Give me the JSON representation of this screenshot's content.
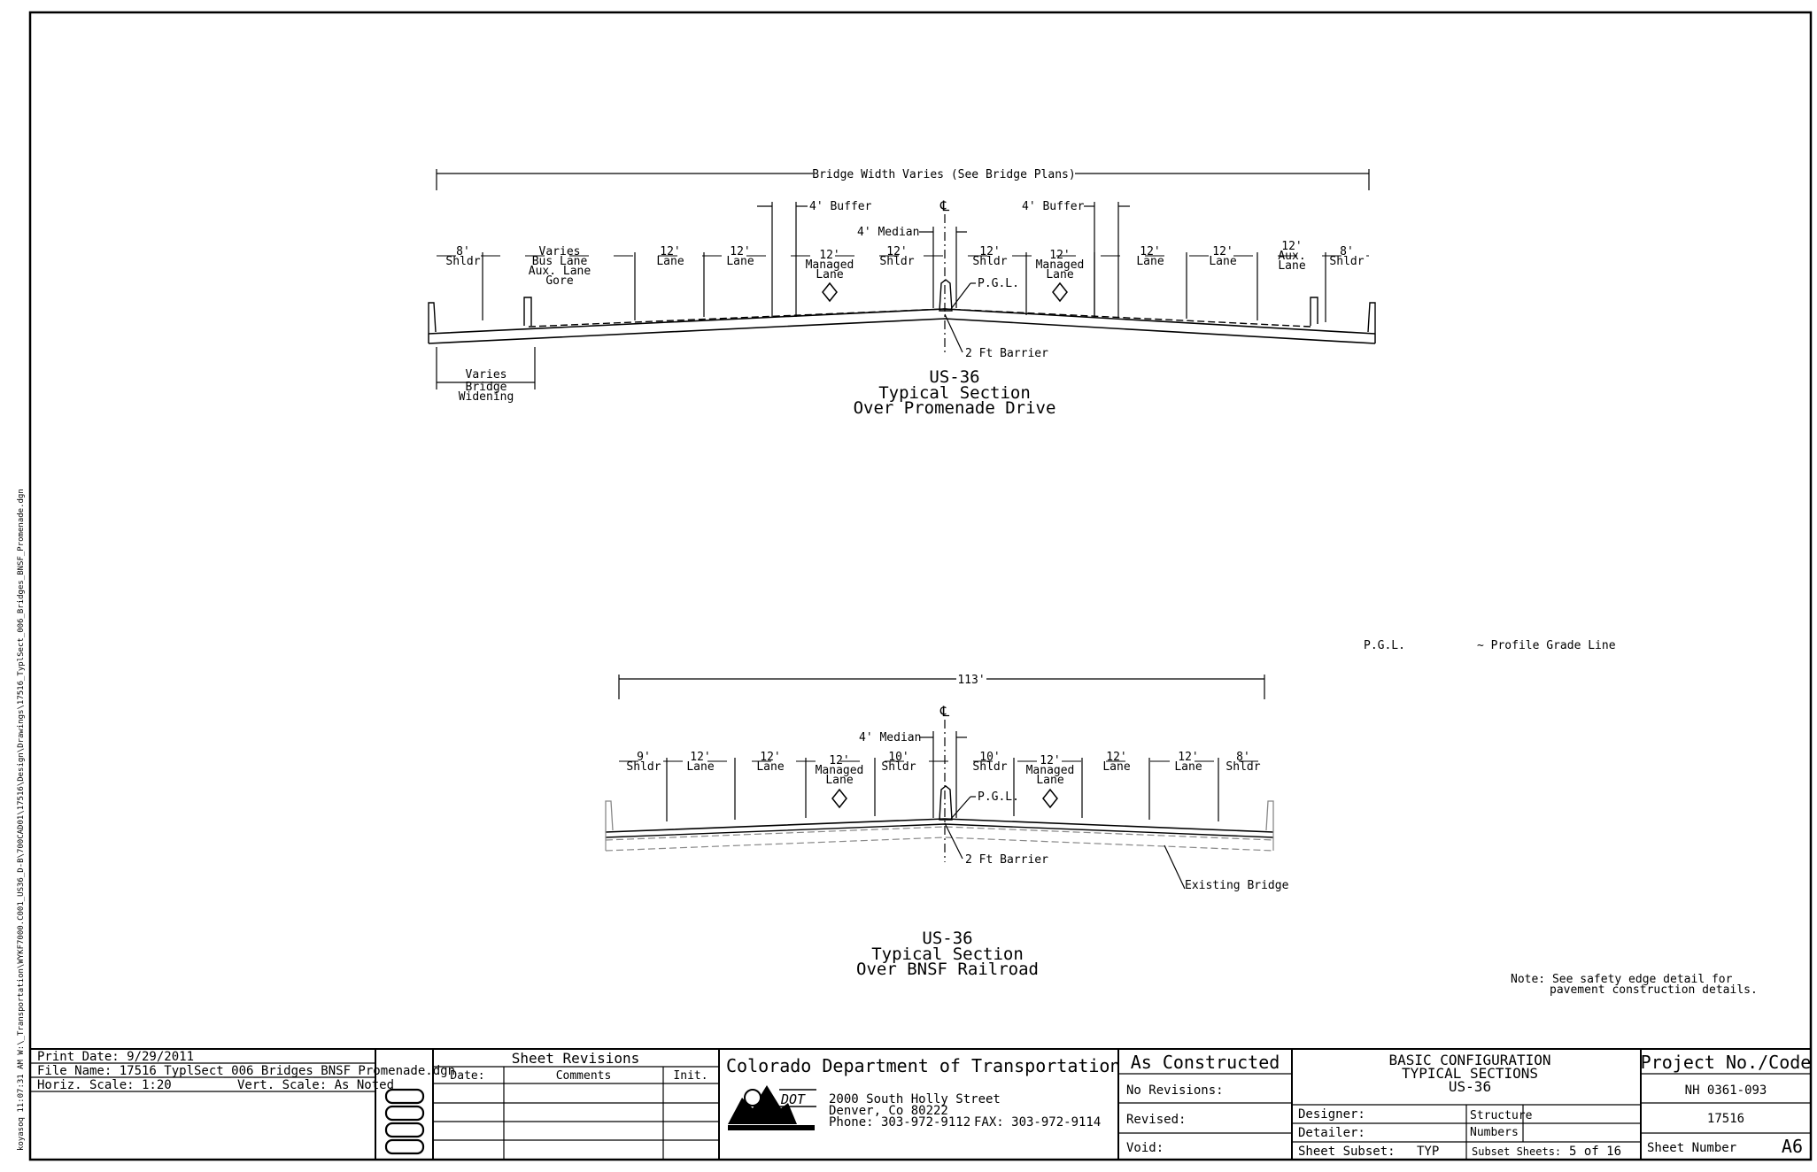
{
  "side_path": "koyasoq 11:07:31 AM W:\\_Transportation\\WYKF7000.C001_US36_D-B\\700CAD01\\17516\\Design\\Drawings\\17516_TyplSect_006_Bridges_BNSF_Promenade.dgn",
  "drawing1": {
    "title": [
      "US-36",
      "Typical Section",
      "Over Promenade Drive"
    ],
    "overall_width": "Bridge Width Varies (See Bridge Plans)",
    "buffer_left": "4' Buffer",
    "buffer_right": "4' Buffer",
    "median": "4' Median",
    "centerline": "℄",
    "lanes": [
      [
        "8'",
        "Shldr"
      ],
      [
        "Varies",
        "Bus Lane",
        "Aux. Lane",
        "Gore"
      ],
      [
        "12'",
        "Lane"
      ],
      [
        "12'",
        "Lane"
      ],
      [
        "12'",
        "Managed",
        "Lane"
      ],
      [
        "12'",
        "Shldr"
      ],
      [
        "12'",
        "Shldr"
      ],
      [
        "12'",
        "Managed",
        "Lane"
      ],
      [
        "12'",
        "Lane"
      ],
      [
        "12'",
        "Lane"
      ],
      [
        "12'",
        "Aux.",
        "Lane"
      ],
      [
        "8'",
        "Shldr"
      ]
    ],
    "pgl": "P.G.L.",
    "barrier": "2 Ft Barrier",
    "widening": [
      "Varies",
      "Bridge",
      "Widening"
    ]
  },
  "drawing2": {
    "title": [
      "US-36",
      "Typical Section",
      "Over BNSF  Railroad"
    ],
    "overall_width": "113'",
    "median": "4' Median",
    "centerline": "℄",
    "lanes": [
      [
        "9'",
        "Shldr"
      ],
      [
        "12'",
        "Lane"
      ],
      [
        "12'",
        "Lane"
      ],
      [
        "12'",
        "Managed",
        "Lane"
      ],
      [
        "10'",
        "Shldr"
      ],
      [
        "10'",
        "Shldr"
      ],
      [
        "12'",
        "Managed",
        "Lane"
      ],
      [
        "12'",
        "Lane"
      ],
      [
        "12'",
        "Lane"
      ],
      [
        "8'",
        "Shldr"
      ]
    ],
    "pgl": "P.G.L.",
    "barrier": "2 Ft Barrier",
    "existing": "Existing Bridge"
  },
  "legend": {
    "abbr": "P.G.L.",
    "meaning": "~ Profile Grade Line"
  },
  "note": [
    "Note: See safety edge detail for",
    "pavement construction details."
  ],
  "title_block": {
    "print_date": "Print Date: 9/29/2011",
    "file_name": "File Name: 17516_TyplSect_006_Bridges_BNSF_Promenade.dgn",
    "horiz_scale": "Horiz. Scale: 1:20",
    "vert_scale": "Vert. Scale: As Noted",
    "revisions_header": "Sheet Revisions",
    "rev_cols": [
      "Date:",
      "Comments",
      "Init."
    ],
    "agency": "Colorado Department of Transportation",
    "logo_text": "DOT",
    "address": [
      "2000 South Holly Street",
      "Denver, Co 80222"
    ],
    "phone": "Phone: 303-972-9112",
    "fax": "FAX: 303-972-9114",
    "as_constructed": "As Constructed",
    "no_revisions": "No Revisions:",
    "revised": "Revised:",
    "void": "Void:",
    "title_lines": [
      "BASIC  CONFIGURATION",
      "TYPICAL  SECTIONS",
      "US-36"
    ],
    "designer": "Designer:",
    "detailer": "Detailer:",
    "structure_numbers": [
      "Structure",
      "Numbers"
    ],
    "sheet_subset_label": "Sheet Subset:",
    "sheet_subset": "TYP",
    "subset_sheets_label": "Subset Sheets:",
    "subset_sheets": "5 of 16",
    "project_label": "Project No./Code",
    "project_no": "NH 0361-093",
    "project_code": "17516",
    "sheet_number_label": "Sheet Number",
    "sheet_number": "A6"
  }
}
